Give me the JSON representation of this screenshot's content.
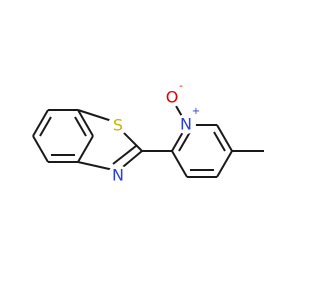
{
  "molecule": {
    "atoms": {
      "S": {
        "symbol": "S",
        "color": "#c8b400"
      },
      "N_thiazole": {
        "symbol": "N",
        "color": "#2b3fd6"
      },
      "N_pyridine": {
        "symbol": "N",
        "charge": "+",
        "color": "#2b3fd6"
      },
      "O": {
        "symbol": "O",
        "charge": "-",
        "color": "#e00000"
      }
    },
    "substituents": {
      "methyl": "CH3"
    }
  }
}
